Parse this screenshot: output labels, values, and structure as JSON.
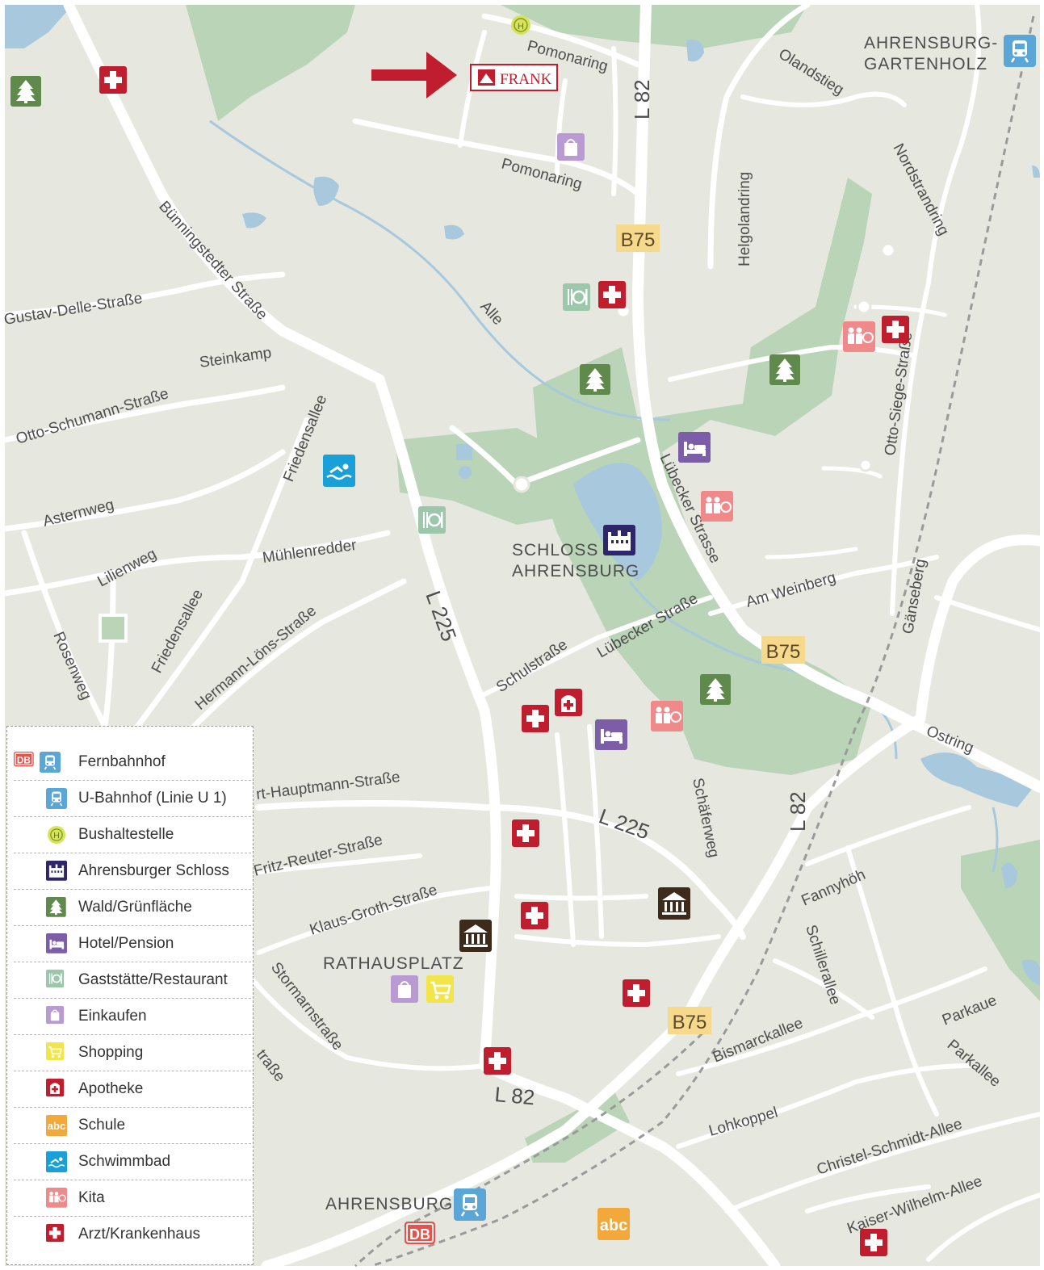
{
  "map": {
    "company_logo": "FRANK",
    "places": {
      "gartenholz_line1": "AHRENSBURG-",
      "gartenholz_line2": "GARTENHOLZ",
      "schloss_line1": "SCHLOSS",
      "schloss_line2": "AHRENSBURG",
      "rathausplatz": "RATHAUSPLATZ",
      "ahrensburg": "AHRENSBURG"
    },
    "route_labels": {
      "b75_a": "B75",
      "b75_b": "B75",
      "b75_c": "B75",
      "l82_a": "L 82",
      "l82_b": "L 82",
      "l82_c": "L 82",
      "l225_a": "L 225",
      "l225_b": "L 225"
    },
    "streets": {
      "pomonaring_a": "Pomonaring",
      "pomonaring_b": "Pomonaring",
      "olandstieg": "Olandstieg",
      "nordstrandring": "Nordstrandring",
      "helgolandring": "Helgolandring",
      "buenningstedter": "Bünningstedter Straße",
      "alle": "Alle",
      "gustav_delle": "Gustav-Delle-Straße",
      "steinkamp": "Steinkamp",
      "otto_schumann": "Otto-Schumann-Straße",
      "friedensallee_a": "Friedensallee",
      "friedensallee_b": "Friedensallee",
      "asternweg": "Asternweg",
      "muehlenredder": "Mühlenredder",
      "lilienweg": "Lilienweg",
      "rosenweg": "Rosenweg",
      "hermann_loens": "Hermann-Löns-Straße",
      "luebecker_strasse_a": "Lübecker Strasse",
      "luebecker_strasse_b": "Lübecker Straße",
      "am_weinberg": "Am Weinberg",
      "otto_siege": "Otto-Siege-Straße",
      "gaenseberg": "Gänseberg",
      "schulstrasse": "Schulstraße",
      "ostring": "Ostring",
      "hauptmann": "rt-Hauptmann-Straße",
      "fritz_reuter": "Fritz-Reuter-Straße",
      "schaeferweg": "Schäferweg",
      "klaus_groth": "Klaus-Groth-Straße",
      "stormarnstrasse": "Stormarnstraße",
      "strasse_partial": "traße",
      "fannyhoeh": "Fannyhöh",
      "schillerallee": "Schillerallee",
      "parkaue": "Parkaue",
      "parkallee": "Parkallee",
      "bismarckallee": "Bismarckallee",
      "lohkoppel": "Lohkoppel",
      "christel_schmidt": "Christel-Schmidt-Allee",
      "kaiser_wilhelm": "Kaiser-Wilhelm-Allee"
    },
    "colors": {
      "land": "#e6e8e0",
      "road": "#ffffff",
      "green": "#b9d4b6",
      "water": "#a8c8dd",
      "rail": "#9a9a9a",
      "route_badge": "#f7d98c",
      "arrow": "#c01e2e"
    }
  },
  "legend": {
    "items": [
      {
        "label": "Fernbahnhof",
        "icons": [
          "db-icon",
          "train-icon"
        ]
      },
      {
        "label": "U-Bahnhof (Linie U 1)",
        "icons": [
          "train-icon"
        ]
      },
      {
        "label": "Bushaltestelle",
        "icons": [
          "bus-stop-icon"
        ]
      },
      {
        "label": "Ahrensburger Schloss",
        "icons": [
          "castle-icon"
        ]
      },
      {
        "label": "Wald/Grünfläche",
        "icons": [
          "tree-icon"
        ]
      },
      {
        "label": "Hotel/Pension",
        "icons": [
          "bed-icon"
        ]
      },
      {
        "label": "Gaststätte/Restaurant",
        "icons": [
          "restaurant-icon"
        ]
      },
      {
        "label": "Einkaufen",
        "icons": [
          "shopping-bag-icon"
        ]
      },
      {
        "label": "Shopping",
        "icons": [
          "cart-icon"
        ]
      },
      {
        "label": "Apotheke",
        "icons": [
          "pharmacy-icon"
        ]
      },
      {
        "label": "Schule",
        "icons": [
          "school-icon"
        ]
      },
      {
        "label": "Schwimmbad",
        "icons": [
          "swimming-icon"
        ]
      },
      {
        "label": "Kita",
        "icons": [
          "kita-icon"
        ]
      },
      {
        "label": "Arzt/Krankenhaus",
        "icons": [
          "medical-cross-icon"
        ]
      }
    ]
  },
  "icon_text": {
    "db": "DB",
    "bus": "H",
    "school": "abc"
  }
}
